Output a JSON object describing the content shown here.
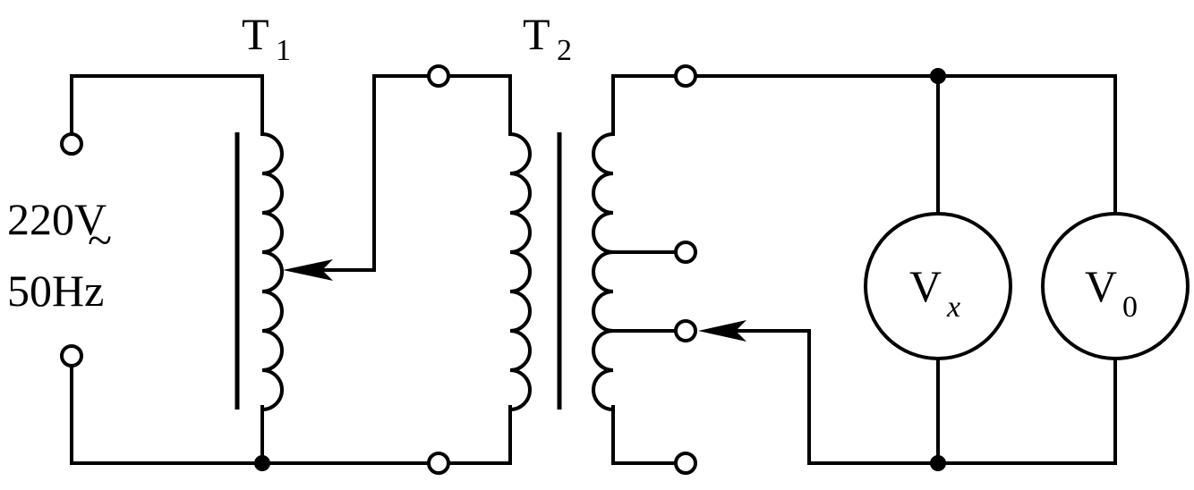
{
  "transformers": {
    "t1": {
      "letter": "T",
      "index": "1"
    },
    "t2": {
      "letter": "T",
      "index": "2"
    }
  },
  "source": {
    "voltage": "220V",
    "ac_symbol": "~",
    "frequency": "50Hz"
  },
  "meters": {
    "vx": {
      "letter": "V",
      "index": "x"
    },
    "v0": {
      "letter": "V",
      "index": "0"
    }
  }
}
